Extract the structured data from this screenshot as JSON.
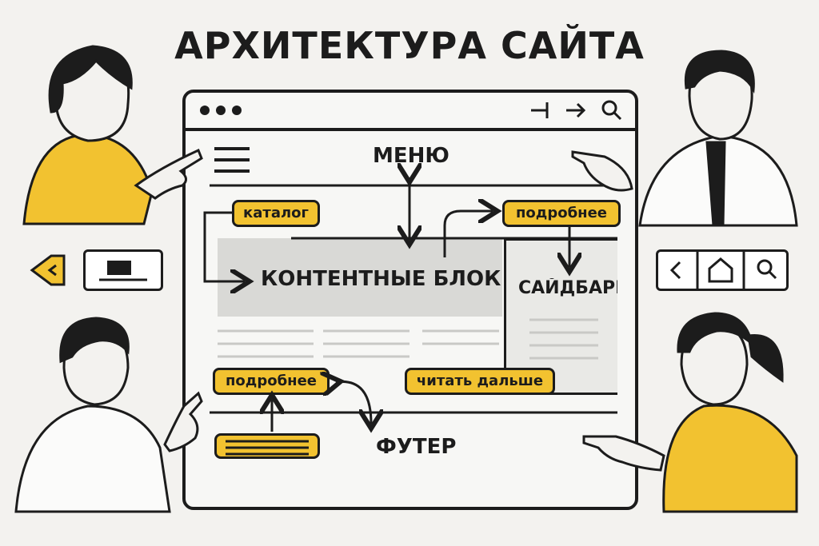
{
  "title": "АРХИТЕКТУРА САЙТА",
  "labels": {
    "menu": "МЕНЮ",
    "content_blocks": "КОНТЕНТНЫЕ БЛОКИ",
    "sidebars": "САЙДБАРЫ",
    "footer": "ФУТЕР"
  },
  "tags": {
    "catalog": "каталог",
    "more_top": "подробнее",
    "more_bottom": "подробнее",
    "read_more": "читать дальше"
  },
  "icons": {
    "window_dots": "window-dots-icon",
    "toolbar": [
      "cursor-icon",
      "arrow-right-icon",
      "search-icon"
    ],
    "nav_left": [
      "back-triangle-icon",
      "monitor-icon"
    ],
    "nav_right": [
      "chevron-left-icon",
      "home-icon",
      "search-icon"
    ]
  },
  "colors": {
    "accent": "#f2c230",
    "ink": "#1c1c1c",
    "content_fill": "#d9d9d6",
    "background": "#f3f2ef"
  }
}
